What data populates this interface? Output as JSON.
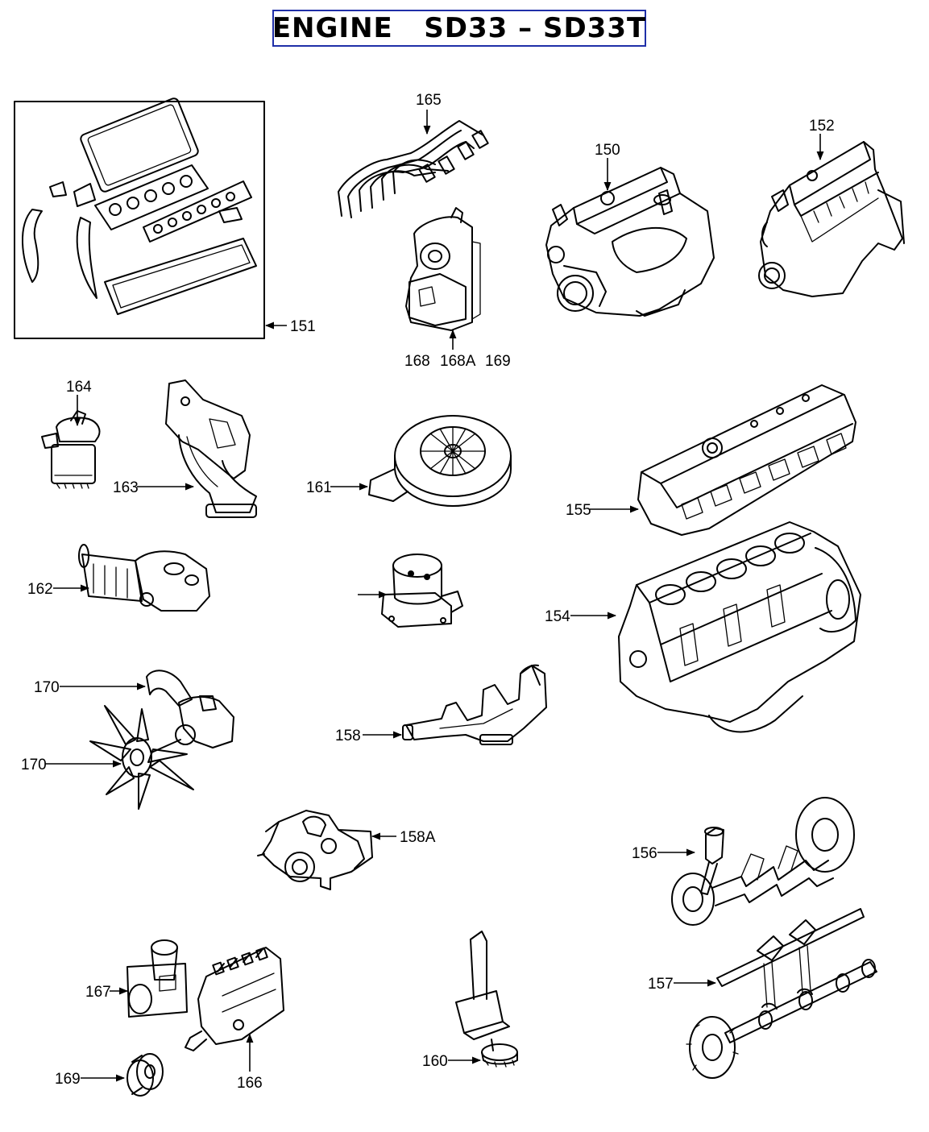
{
  "title": "ENGINE   SD33 – SD33T",
  "colors": {
    "title_border": "#1f2fa8",
    "lines": "#000000",
    "background": "#ffffff"
  },
  "callouts": [
    {
      "id": "151",
      "text": "151"
    },
    {
      "id": "165",
      "text": "165"
    },
    {
      "id": "168",
      "text": "168"
    },
    {
      "id": "168A",
      "text": "168A"
    },
    {
      "id": "169a",
      "text": "169"
    },
    {
      "id": "150",
      "text": "150"
    },
    {
      "id": "152",
      "text": "152"
    },
    {
      "id": "164",
      "text": "164"
    },
    {
      "id": "163",
      "text": "163"
    },
    {
      "id": "161",
      "text": "161"
    },
    {
      "id": "155",
      "text": "155"
    },
    {
      "id": "162",
      "text": "162"
    },
    {
      "id": "154",
      "text": "154"
    },
    {
      "id": "170a",
      "text": "170"
    },
    {
      "id": "170b",
      "text": "170"
    },
    {
      "id": "158",
      "text": "158"
    },
    {
      "id": "158A",
      "text": "158A"
    },
    {
      "id": "156",
      "text": "156"
    },
    {
      "id": "167",
      "text": "167"
    },
    {
      "id": "166",
      "text": "166"
    },
    {
      "id": "160",
      "text": "160"
    },
    {
      "id": "157",
      "text": "157"
    },
    {
      "id": "169b",
      "text": "169"
    }
  ]
}
